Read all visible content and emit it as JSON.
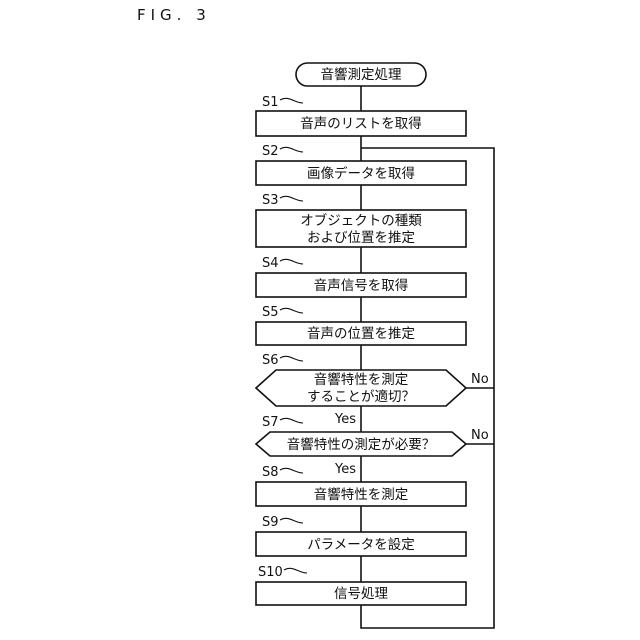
{
  "figure_label": "FIG. 3",
  "start": {
    "label": "音響測定処理"
  },
  "steps": [
    {
      "id": "S1",
      "lines": [
        "音声のリストを取得"
      ]
    },
    {
      "id": "S2",
      "lines": [
        "画像データを取得"
      ]
    },
    {
      "id": "S3",
      "lines": [
        "オブジェクトの種類",
        "および位置を推定"
      ]
    },
    {
      "id": "S4",
      "lines": [
        "音声信号を取得"
      ]
    },
    {
      "id": "S5",
      "lines": [
        "音声の位置を推定"
      ]
    },
    {
      "id": "S6",
      "lines": [
        "音響特性を測定",
        "することが適切？"
      ],
      "decision": true,
      "yes": "Yes",
      "no": "No"
    },
    {
      "id": "S7",
      "lines": [
        "音響特性の測定が必要？"
      ],
      "decision": true,
      "yes": "Yes",
      "no": "No"
    },
    {
      "id": "S8",
      "lines": [
        "音響特性を測定"
      ]
    },
    {
      "id": "S9",
      "lines": [
        "パラメータを設定"
      ]
    },
    {
      "id": "S10",
      "lines": [
        "信号処理"
      ]
    }
  ]
}
